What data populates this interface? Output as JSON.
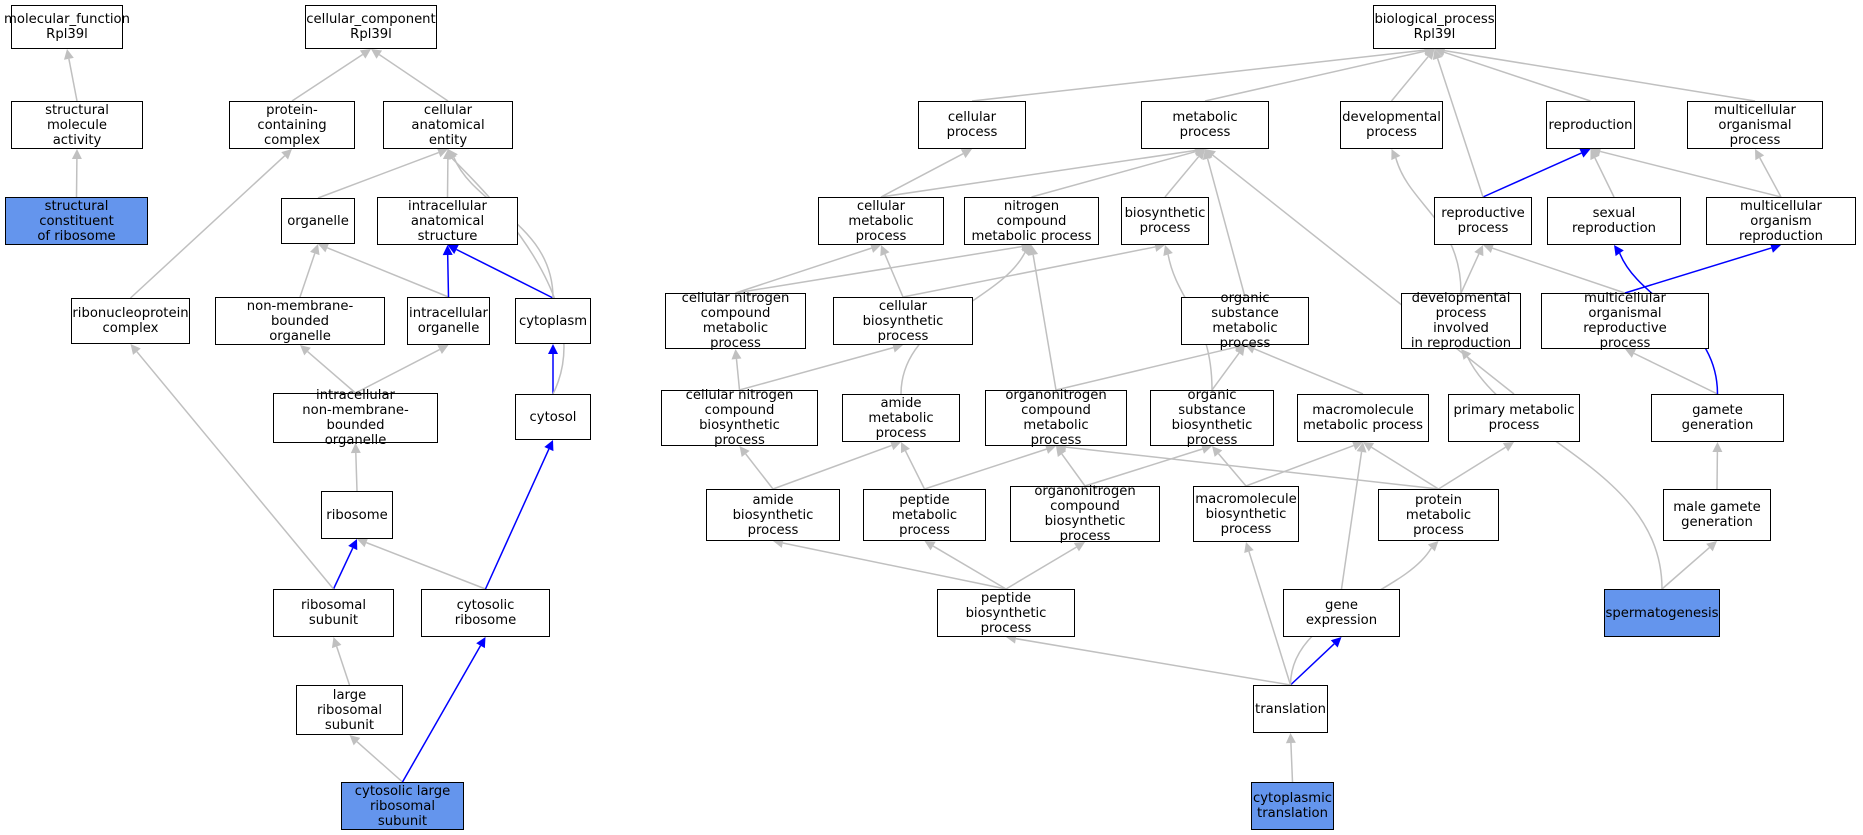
{
  "colors": {
    "gray_edge": "#c0c0c0",
    "blue_edge": "#0000ff",
    "highlight_fill": "#6495ED",
    "node_fill": "#ffffff"
  },
  "nodes": {
    "mf_root": "molecular_function\nRpl39l",
    "cc_root": "cellular_component\nRpl39l",
    "bp_root": "biological_process\nRpl39l",
    "struct_mol": "structural molecule\nactivity",
    "struct_ribo": "structural constituent\nof ribosome",
    "prot_complex": "protein-containing\ncomplex",
    "cell_anat": "cellular anatomical\nentity",
    "organelle": "organelle",
    "intra_anat": "intracellular\nanatomical structure",
    "rnp": "ribonucleoprotein\ncomplex",
    "nonmem_org": "non-membrane-bounded\norganelle",
    "intra_org": "intracellular\norganelle",
    "cytoplasm": "cytoplasm",
    "intra_nonmem": "intracellular\nnon-membrane-bounded\norganelle",
    "cytosol": "cytosol",
    "ribosome": "ribosome",
    "ribo_subunit": "ribosomal subunit",
    "cyto_ribo": "cytosolic ribosome",
    "large_sub": "large ribosomal\nsubunit",
    "cyto_large": "cytosolic large\nribosomal subunit",
    "cell_proc": "cellular process",
    "metab_proc": "metabolic process",
    "dev_proc": "developmental\nprocess",
    "reproduction": "reproduction",
    "multi_org": "multicellular\norganismal process",
    "cell_metab": "cellular metabolic\nprocess",
    "nitro_metab": "nitrogen compound\nmetabolic process",
    "biosyn": "biosynthetic\nprocess",
    "repro_proc": "reproductive\nprocess",
    "sexual_repro": "sexual reproduction",
    "multi_repro": "multicellular\norganism reproduction",
    "cell_nitro_metab": "cellular nitrogen\ncompound metabolic\nprocess",
    "cell_biosyn": "cellular biosynthetic\nprocess",
    "org_sub_metab": "organic substance\nmetabolic process",
    "dev_repro": "developmental\nprocess involved\nin reproduction",
    "multi_org_repro": "multicellular\norganismal reproductive\nprocess",
    "cell_nitro_biosyn": "cellular nitrogen\ncompound biosynthetic\nprocess",
    "amide_metab": "amide metabolic\nprocess",
    "orgnitro_metab": "organonitrogen\ncompound metabolic\nprocess",
    "org_sub_biosyn": "organic substance\nbiosynthetic\nprocess",
    "macro_metab": "macromolecule\nmetabolic process",
    "primary_metab": "primary metabolic\nprocess",
    "gamete_gen": "gamete generation",
    "amide_biosyn": "amide biosynthetic\nprocess",
    "peptide_metab": "peptide metabolic\nprocess",
    "orgnitro_biosyn": "organonitrogen\ncompound biosynthetic\nprocess",
    "macro_biosyn": "macromolecule\nbiosynthetic\nprocess",
    "protein_metab": "protein metabolic\nprocess",
    "male_gamete": "male gamete\ngeneration",
    "peptide_biosyn": "peptide biosynthetic\nprocess",
    "gene_expr": "gene expression",
    "spermatogenesis": "spermatogenesis",
    "translation": "translation",
    "cyto_translation": "cytoplasmic\ntranslation"
  }
}
